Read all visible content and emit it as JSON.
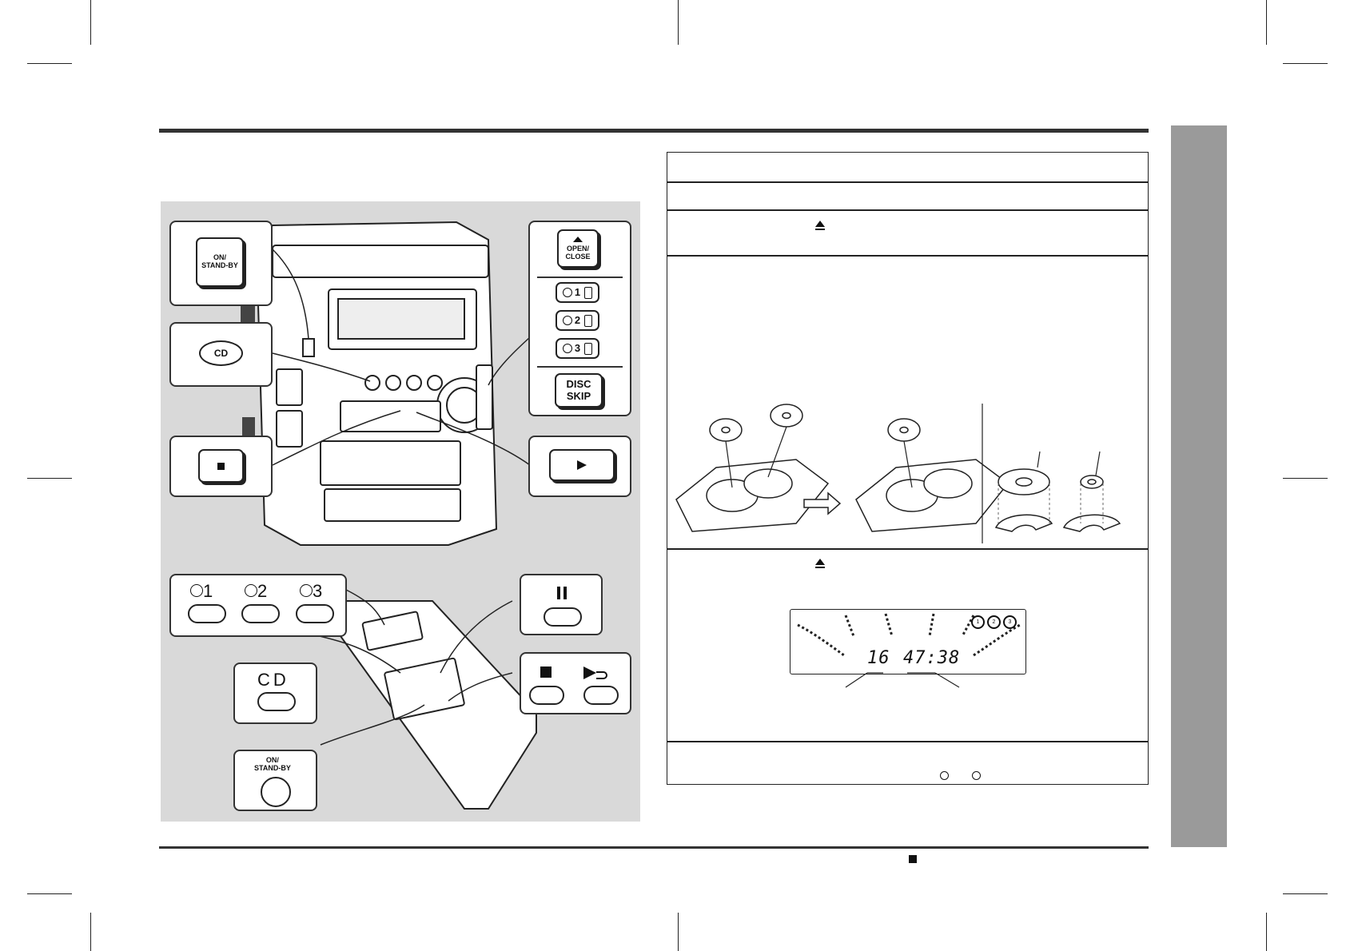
{
  "remote_panel": {
    "on_standby": "ON/\nSTAND-BY",
    "cd": "CD",
    "disc1": "1",
    "disc2": "2",
    "disc3": "3"
  },
  "main_unit_panel": {
    "on_standby": "ON/\nSTAND-BY",
    "cd": "CD",
    "open_close": "OPEN/\nCLOSE",
    "tray1": "1",
    "tray2": "2",
    "tray3": "3",
    "disc_skip": "DISC\nSKIP"
  },
  "display": {
    "track": "16",
    "time": "47:38",
    "disc_indicators": [
      "1",
      "2",
      "3"
    ]
  },
  "icons": [
    "eject-icon",
    "stop-icon",
    "play-icon",
    "pause-icon",
    "disc-icon",
    "play-repeat-icon"
  ]
}
